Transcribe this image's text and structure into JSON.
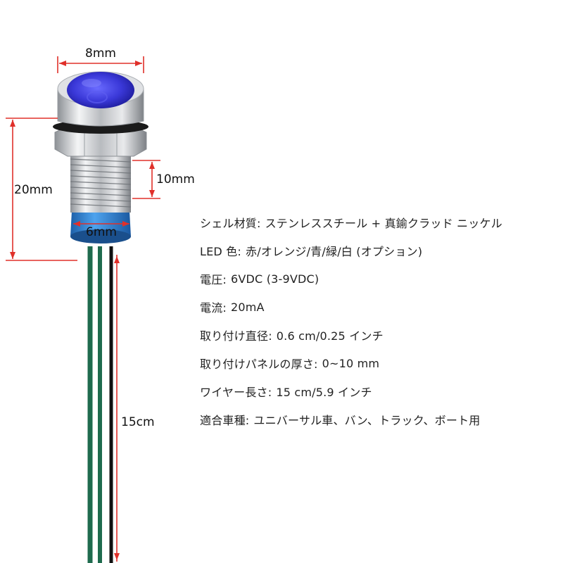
{
  "dimensions": {
    "head_diameter": "8mm",
    "body_height": "20mm",
    "thread_length": "10mm",
    "thread_diameter": "6mm",
    "wire_length": "15cm"
  },
  "colors": {
    "lens": "#3a38d8",
    "bezel": "#c9ccd0",
    "base_ring": "#2f7fd0",
    "wire_green": "#1f6b4e",
    "wire_black": "#111111",
    "dimension_line": "#e0302a"
  },
  "specs": [
    {
      "key": "シェル材質:",
      "value": "ステンレススチール + 真鍮クラッド ニッケル"
    },
    {
      "key": "LED 色:",
      "value": "赤/オレンジ/青/緑/白 (オプション)"
    },
    {
      "key": "電圧:",
      "value": "6VDC (3-9VDC)"
    },
    {
      "key": "電流:",
      "value": "20mA"
    },
    {
      "key": "取り付け直径:",
      "value": "0.6 cm/0.25 インチ"
    },
    {
      "key": "取り付けパネルの厚さ:",
      "value": "0~10 mm"
    },
    {
      "key": "ワイヤー長さ:",
      "value": "15 cm/5.9 インチ"
    },
    {
      "key": "適合車種:",
      "value": "ユニバーサル車、バン、トラック、ボート用"
    }
  ]
}
